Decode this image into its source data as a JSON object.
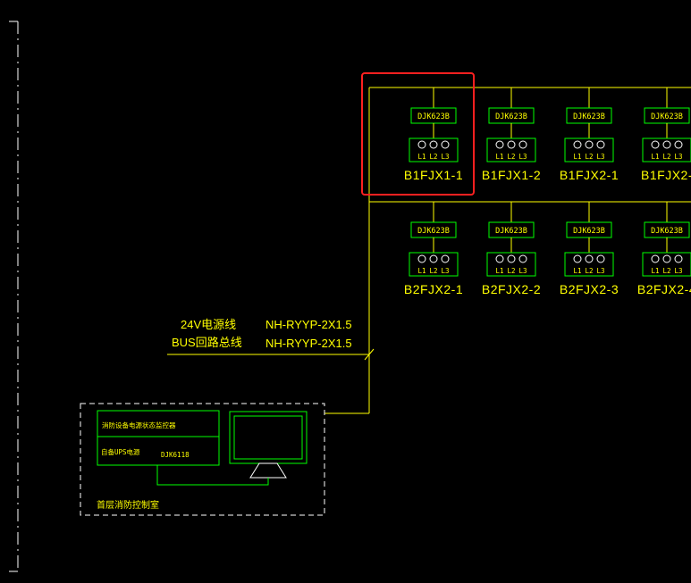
{
  "colors": {
    "background": "#000000",
    "line": "#ffff00",
    "green": "#00ff00",
    "white": "#ffffff",
    "highlight": "#ff2020"
  },
  "row1": [
    {
      "device": "DJK623B",
      "l1": "L1",
      "l2": "L2",
      "l3": "L3",
      "name": "B1FJX1-1"
    },
    {
      "device": "DJK623B",
      "l1": "L1",
      "l2": "L2",
      "l3": "L3",
      "name": "B1FJX1-2"
    },
    {
      "device": "DJK623B",
      "l1": "L1",
      "l2": "L2",
      "l3": "L3",
      "name": "B1FJX2-1"
    },
    {
      "device": "DJK623B",
      "l1": "L1",
      "l2": "L2",
      "l3": "L3",
      "name": "B1FJX2-"
    }
  ],
  "row2": [
    {
      "device": "DJK623B",
      "l1": "L1",
      "l2": "L2",
      "l3": "L3",
      "name": "B2FJX2-1"
    },
    {
      "device": "DJK623B",
      "l1": "L1",
      "l2": "L2",
      "l3": "L3",
      "name": "B2FJX2-2"
    },
    {
      "device": "DJK623B",
      "l1": "L1",
      "l2": "L2",
      "l3": "L3",
      "name": "B2FJX2-3"
    },
    {
      "device": "DJK623B",
      "l1": "L1",
      "l2": "L2",
      "l3": "L3",
      "name": "B2FJX2-4"
    }
  ],
  "cables": {
    "power_label": "24V电源线",
    "power_spec": "NH-RYYP-2X1.5",
    "bus_label": "BUS回路总线",
    "bus_spec": "NH-RYYP-2X1.5"
  },
  "control": {
    "monitor_title": "消防设备电源状态监控器",
    "ups_label": "自备UPS电源",
    "model": "DJK6118",
    "room_label": "首层消防控制室"
  }
}
